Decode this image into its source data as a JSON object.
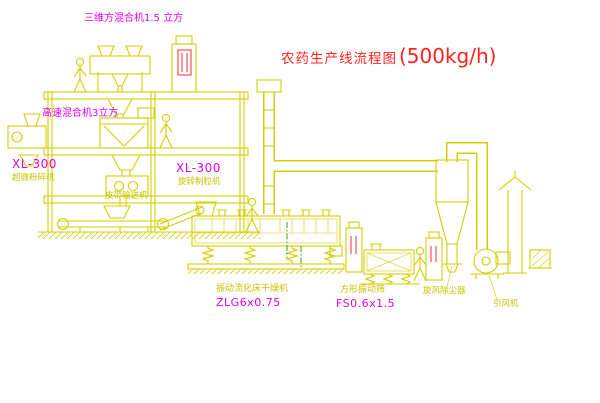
{
  "title": {
    "text": "农药生产线流程图",
    "capacity": "(500kg/h)"
  },
  "labels": {
    "top_mixer": "三维方混合机1.5 立方",
    "high_speed_mixer": "高速混合机3立方",
    "left_model": "XL-300",
    "left_machine": "超微粉碎机",
    "right_model": "XL-300",
    "right_machine": "旋转制粒机",
    "belt_conveyor": "皮带输送机",
    "dryer_name": "振动流化床干燥机",
    "dryer_model": "ZLG6x0.75",
    "screen_name": "方形振动筛",
    "screen_model": "FS0.6x1.5",
    "cyclone": "旋风除尘器",
    "fan": "引风机"
  },
  "colors": {
    "background": "#ffffff",
    "line_yellow": "#d6cf00",
    "label_yellow": "#c9c400",
    "magenta": "#e200e2",
    "title_red": "#ff2222",
    "green_centerline": "#00aa00",
    "red_mark": "#ff2a2a"
  }
}
